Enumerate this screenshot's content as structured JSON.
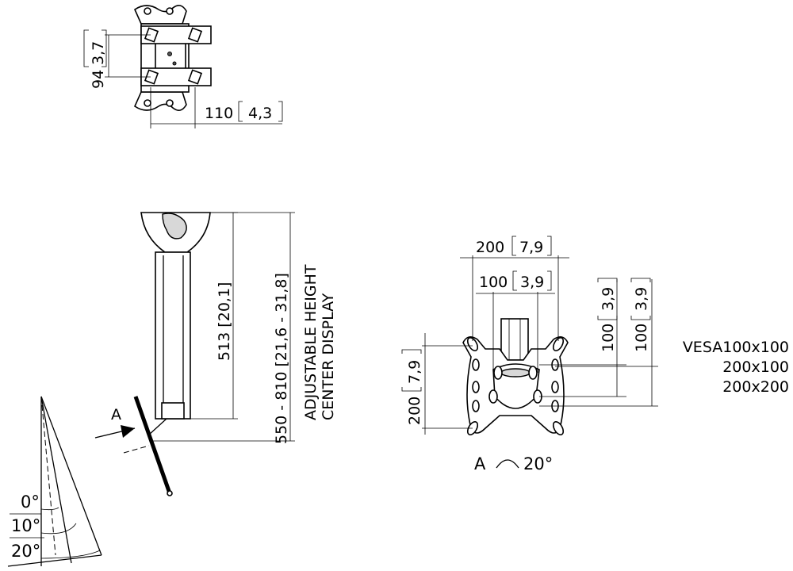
{
  "top_view": {
    "dim_height_mm": "94",
    "dim_height_in": "3,7",
    "dim_width_mm": "110",
    "dim_width_in": "4,3"
  },
  "side_view": {
    "dim_column_mm": "513",
    "dim_column_in": "[20,1]",
    "dim_range": "550 - 810 [21,6 - 31,8]",
    "note_line1": "ADJUSTABLE HEIGHT",
    "note_line2": "CENTER DISPLAY",
    "view_marker": "A"
  },
  "tilt": {
    "angle_0": "0°",
    "angle_10": "10°",
    "angle_20": "20°"
  },
  "front_view": {
    "dim_outer_mm": "200",
    "dim_outer_in": "7,9",
    "dim_inner_mm": "100",
    "dim_inner_in": "3,9",
    "dim_vert_a_mm": "100",
    "dim_vert_a_in": "3,9",
    "dim_vert_b_mm": "100",
    "dim_vert_b_in": "3,9",
    "dim_left_mm": "200",
    "dim_left_in": "7,9",
    "vesa_1": "VESA100x100",
    "vesa_2": "200x100",
    "vesa_3": "200x200",
    "rotation_label_a": "A",
    "rotation_label_angle": "20°"
  }
}
